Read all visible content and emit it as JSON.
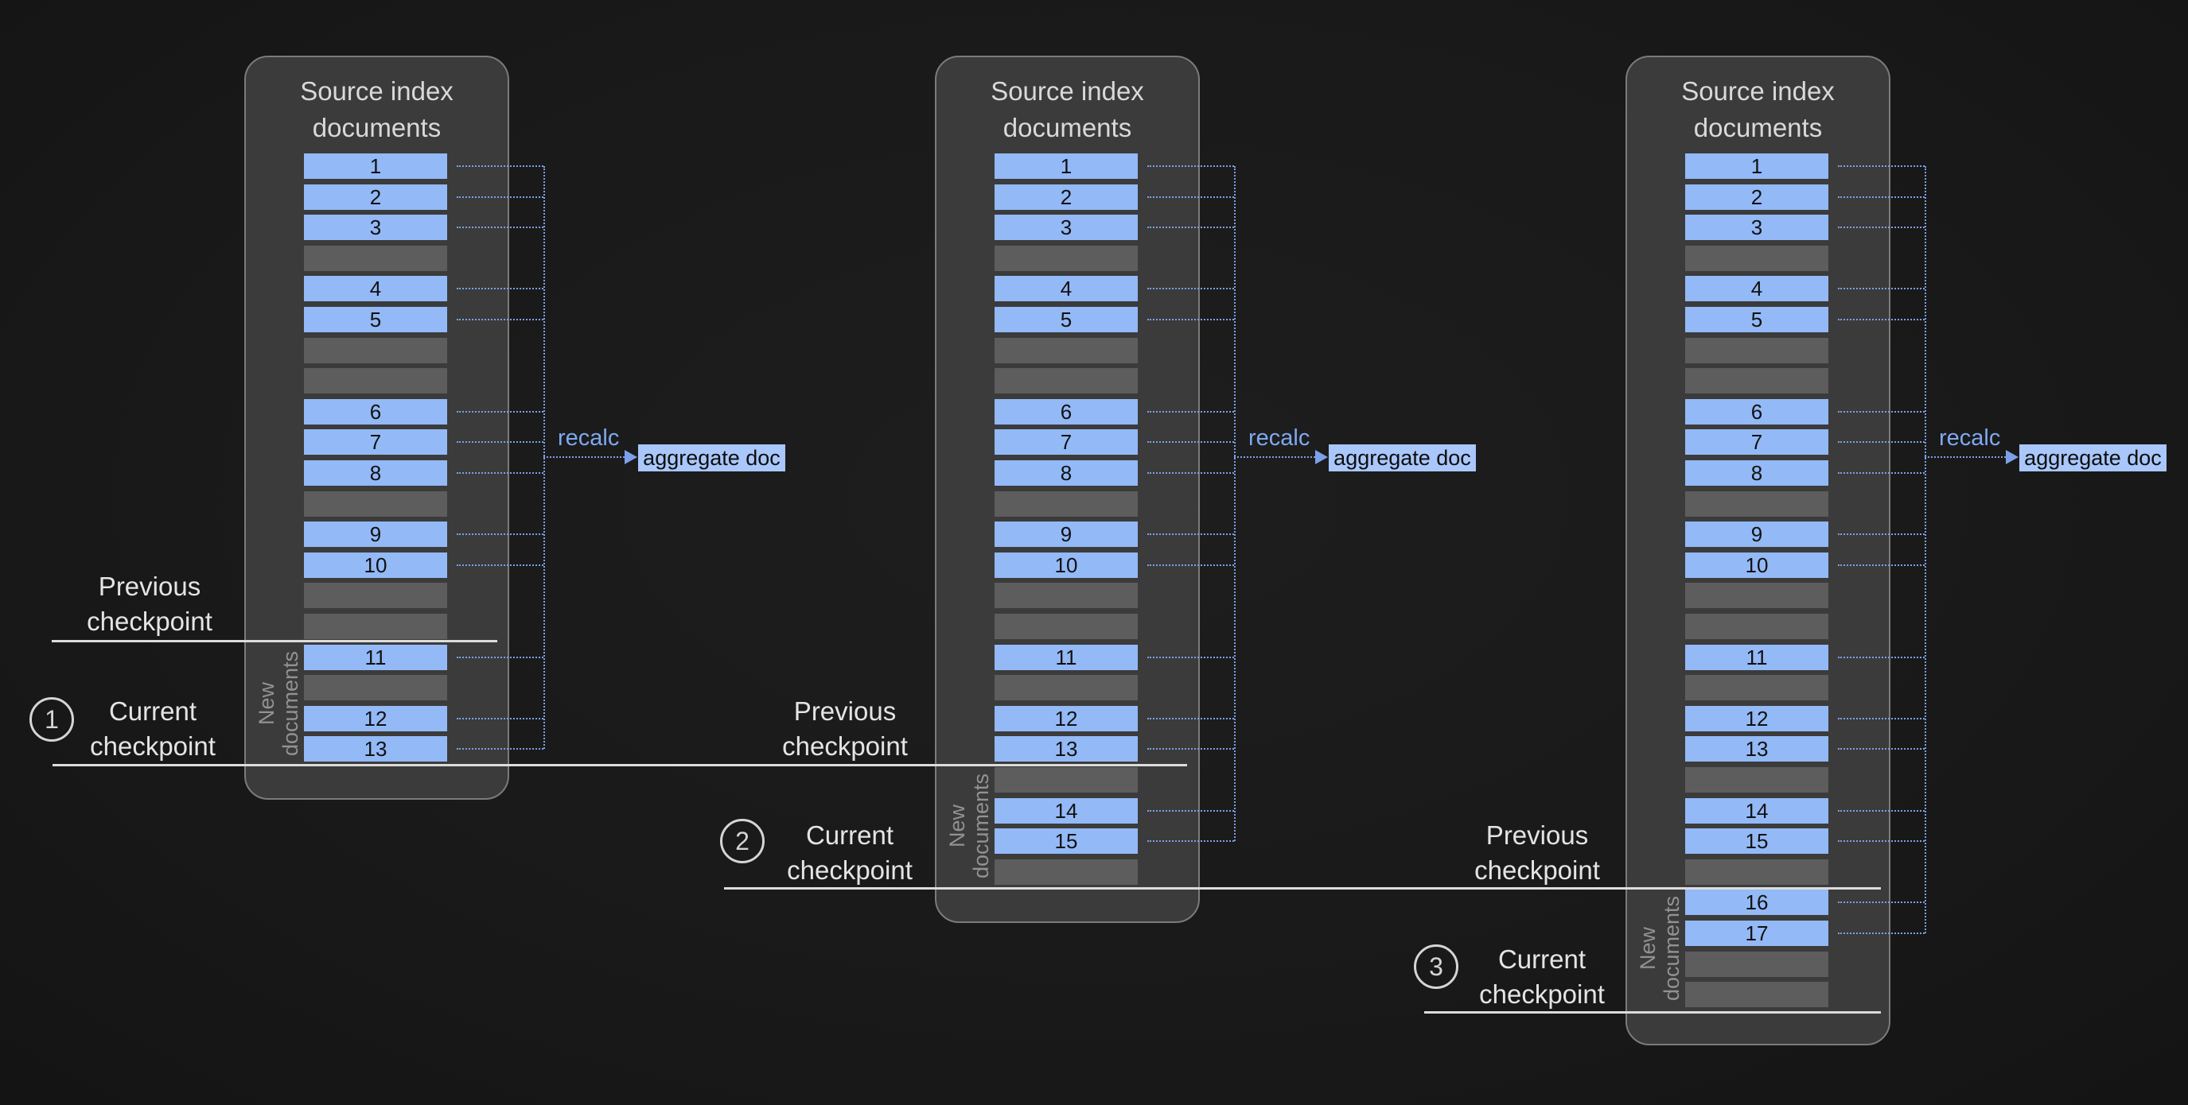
{
  "colors": {
    "background": "#1c1c1c",
    "panel_background": "#3b3b3b",
    "panel_border": "#7b7b7b",
    "document_bar": "#93b9f6",
    "empty_bar": "#5d5d5d",
    "dotted_line": "#7ba1e8",
    "checkpoint_line": "#dcdcdc",
    "aggregate_box": "#a9c7fa"
  },
  "labels": {
    "panel_title_lines": [
      "Source index",
      "documents"
    ],
    "recalc": "recalc",
    "aggregate_doc": "aggregate doc",
    "new_documents_lines": [
      "New",
      "documents"
    ],
    "previous_checkpoint_lines": [
      "Previous",
      "checkpoint"
    ],
    "current_checkpoint_lines": [
      "Current",
      "checkpoint"
    ]
  },
  "panels": [
    {
      "id": "checkpoint-1",
      "circle_number": "1",
      "rows": [
        "1",
        "2",
        "3",
        null,
        "4",
        "5",
        null,
        null,
        "6",
        "7",
        "8",
        null,
        "9",
        "10",
        null,
        null,
        "11",
        null,
        "12",
        "13"
      ],
      "new_docs_start": 16
    },
    {
      "id": "checkpoint-2",
      "circle_number": "2",
      "rows": [
        "1",
        "2",
        "3",
        null,
        "4",
        "5",
        null,
        null,
        "6",
        "7",
        "8",
        null,
        "9",
        "10",
        null,
        null,
        "11",
        null,
        "12",
        "13",
        null,
        "14",
        "15",
        null
      ],
      "new_docs_start": 20
    },
    {
      "id": "checkpoint-3",
      "circle_number": "3",
      "rows": [
        "1",
        "2",
        "3",
        null,
        "4",
        "5",
        null,
        null,
        "6",
        "7",
        "8",
        null,
        "9",
        "10",
        null,
        null,
        "11",
        null,
        "12",
        "13",
        null,
        "14",
        "15",
        null,
        "16",
        "17",
        null,
        null
      ],
      "new_docs_start": 24
    }
  ]
}
